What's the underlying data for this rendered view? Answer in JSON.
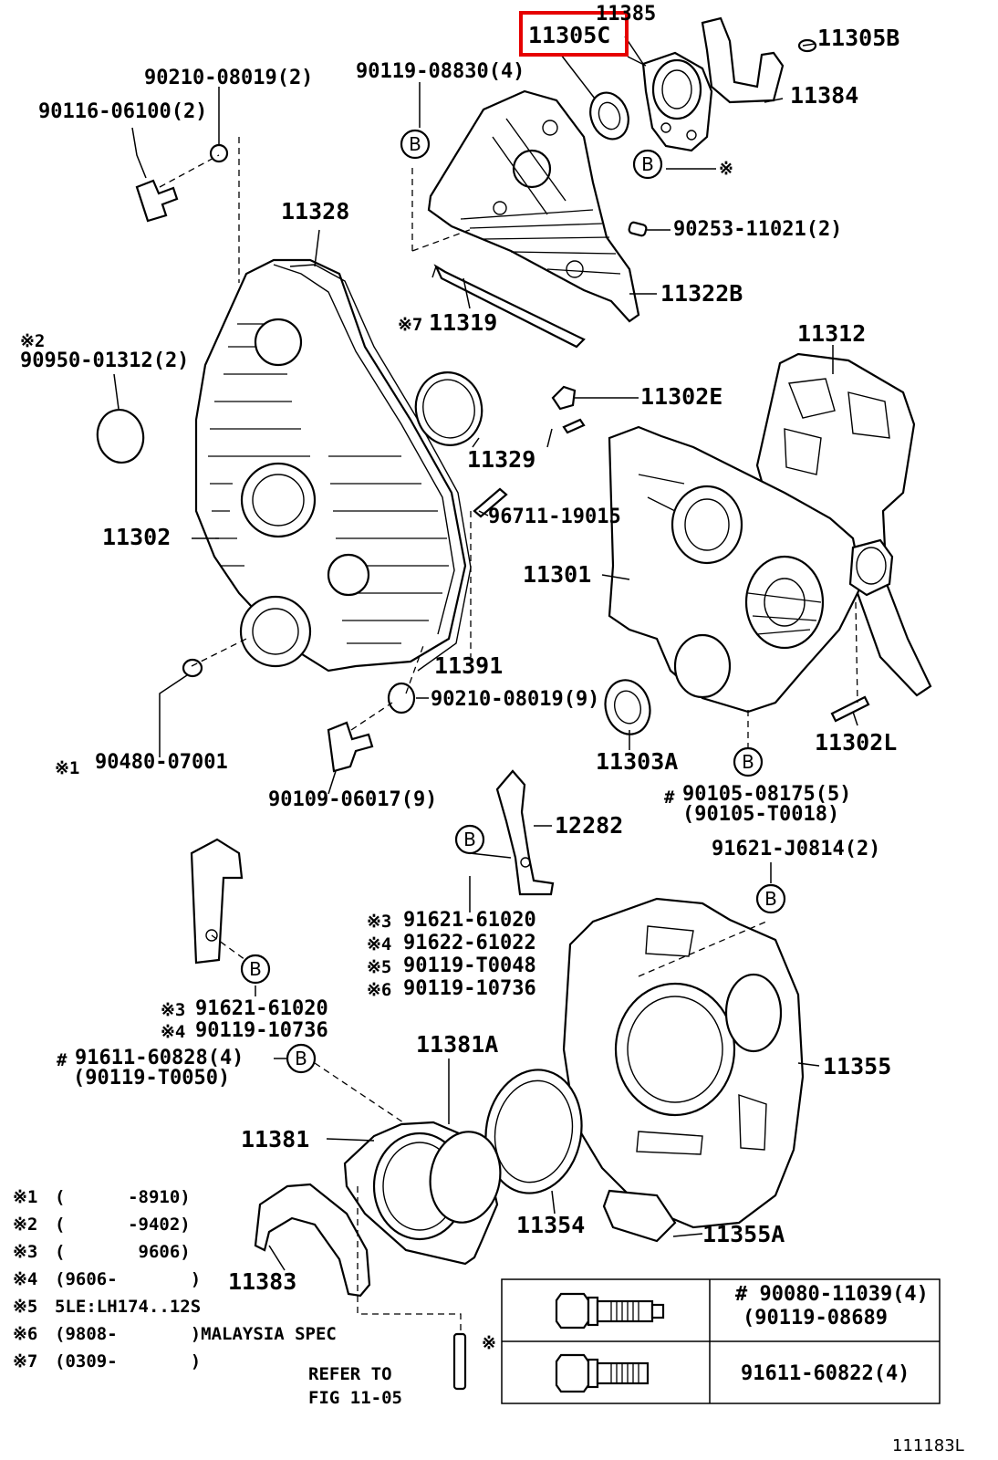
{
  "highlight_label": "11305C",
  "part_labels": [
    {
      "id": "11385",
      "text": "11385"
    },
    {
      "id": "11305C",
      "text": "11305C"
    },
    {
      "id": "11305B",
      "text": "11305B"
    },
    {
      "id": "11384",
      "text": "11384"
    },
    {
      "id": "90210-08019-2",
      "text": "90210-08019(2)"
    },
    {
      "id": "90119-08830-4",
      "text": "90119-08830(4)"
    },
    {
      "id": "90116-06100-2",
      "text": "90116-06100(2)"
    },
    {
      "id": "90253-11021-2",
      "text": "90253-11021(2)"
    },
    {
      "id": "11328",
      "text": "11328"
    },
    {
      "id": "11322B",
      "text": "11322B"
    },
    {
      "id": "11319",
      "text": "11319"
    },
    {
      "id": "11312",
      "text": "11312"
    },
    {
      "id": "90950-01312-2",
      "text": "90950-01312(2)"
    },
    {
      "id": "11302E",
      "text": "11302E"
    },
    {
      "id": "11329",
      "text": "11329"
    },
    {
      "id": "96711-19015",
      "text": "96711-19015"
    },
    {
      "id": "11302",
      "text": "11302"
    },
    {
      "id": "11301",
      "text": "11301"
    },
    {
      "id": "11391",
      "text": "11391"
    },
    {
      "id": "90210-08019-9",
      "text": "90210-08019(9)"
    },
    {
      "id": "11302L",
      "text": "11302L"
    },
    {
      "id": "90480-07001",
      "text": "90480-07001"
    },
    {
      "id": "11303A",
      "text": "11303A"
    },
    {
      "id": "90109-06017-9",
      "text": "90109-06017(9)"
    },
    {
      "id": "90105-08175-5",
      "text": "90105-08175(5)"
    },
    {
      "id": "90105-T0018",
      "text": "(90105-T0018)"
    },
    {
      "id": "12282",
      "text": "12282"
    },
    {
      "id": "91621-J0814-2",
      "text": "91621-J0814(2)"
    },
    {
      "id": "91621-61020-a",
      "text": "91621-61020"
    },
    {
      "id": "91622-61022",
      "text": "91622-61022"
    },
    {
      "id": "90119-T0048",
      "text": "90119-T0048"
    },
    {
      "id": "90119-10736-a",
      "text": "90119-10736"
    },
    {
      "id": "91621-61020-b",
      "text": "91621-61020"
    },
    {
      "id": "90119-10736-b",
      "text": "90119-10736"
    },
    {
      "id": "91611-60828-4",
      "text": "91611-60828(4)"
    },
    {
      "id": "90119-T0050",
      "text": "(90119-T0050)"
    },
    {
      "id": "11381A",
      "text": "11381A"
    },
    {
      "id": "11355",
      "text": "11355"
    },
    {
      "id": "11381",
      "text": "11381"
    },
    {
      "id": "11354",
      "text": "11354"
    },
    {
      "id": "11355A",
      "text": "11355A"
    },
    {
      "id": "11383",
      "text": "11383"
    }
  ],
  "ref_marks": {
    "b_circle": "B",
    "asterisk": "※",
    "hash": "#",
    "n1": "※1",
    "n2": "※2",
    "n3": "※3",
    "n4": "※4",
    "n5": "※5",
    "n6": "※6",
    "n7": "※7"
  },
  "footnotes": [
    {
      "mark": "※1",
      "text": "(      -8910)"
    },
    {
      "mark": "※2",
      "text": "(      -9402)"
    },
    {
      "mark": "※3",
      "text": "(       9606)"
    },
    {
      "mark": "※4",
      "text": "(9606-       )"
    },
    {
      "mark": "※5",
      "text": "5LE:LH174..12S"
    },
    {
      "mark": "※6",
      "text": "(9808-       )MALAYSIA SPEC"
    },
    {
      "mark": "※7",
      "text": "(0309-       )"
    }
  ],
  "refer": {
    "line1": "REFER TO",
    "line2": "FIG 11-05"
  },
  "bolt_table": [
    {
      "part": "# 90080-11039(4)",
      "alt": "(90119-08689"
    },
    {
      "part": "91611-60822(4)",
      "alt": ""
    }
  ],
  "figure_id": "111183L"
}
